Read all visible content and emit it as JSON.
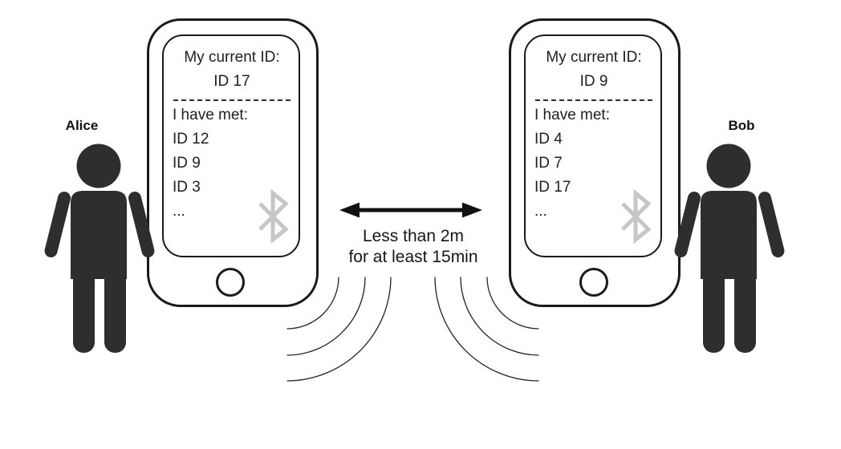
{
  "people": [
    {
      "name": "Alice"
    },
    {
      "name": "Bob"
    }
  ],
  "phones": [
    {
      "current_id_label": "My current ID:",
      "current_id": "ID 17",
      "met_label": "I have met:",
      "met": [
        "ID 12",
        "ID 9",
        "ID 3",
        "..."
      ]
    },
    {
      "current_id_label": "My current ID:",
      "current_id": "ID 9",
      "met_label": "I have met:",
      "met": [
        "ID 4",
        "ID 7",
        "ID 17",
        "..."
      ]
    }
  ],
  "proximity": {
    "line1": "Less than 2m",
    "line2": "for at least 15min"
  },
  "icons": {
    "bluetooth": "bluetooth-icon",
    "person": "person-silhouette-icon",
    "home": "home-button",
    "arrow": "double-headed-arrow",
    "waves": "radio-waves"
  },
  "colors": {
    "background": "#ffffff",
    "outline": "#1a1a1a",
    "text": "#202020",
    "bluetooth": "#c6c6c6",
    "silhouette": "#2e2e2e"
  }
}
